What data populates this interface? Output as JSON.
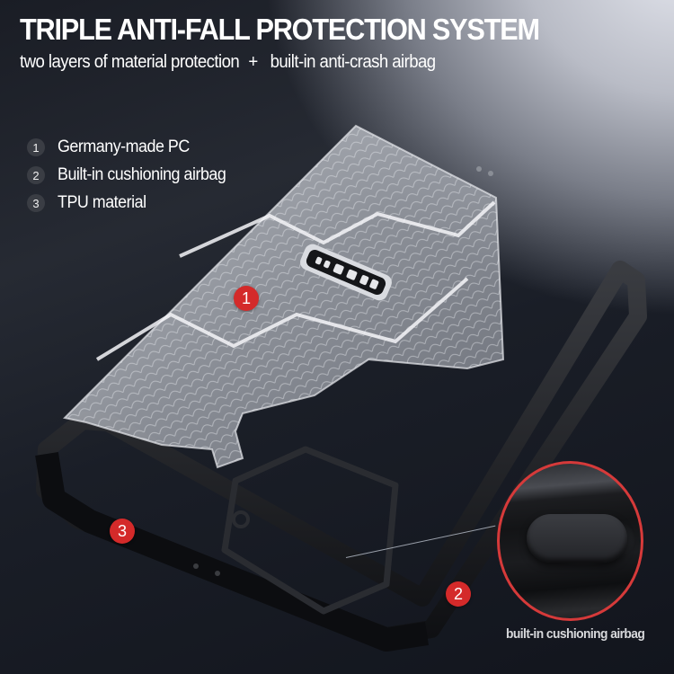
{
  "header": {
    "title": "TRIPLE ANTI-FALL PROTECTION SYSTEM",
    "subtitle_left": "two layers of material protection",
    "subtitle_plus": "+",
    "subtitle_right": "built-in anti-crash airbag"
  },
  "features": [
    {
      "number": "1",
      "label": "Germany-made PC"
    },
    {
      "number": "2",
      "label": "Built-in cushioning airbag"
    },
    {
      "number": "3",
      "label": "TPU material"
    }
  ],
  "markers": [
    {
      "number": "1",
      "target": "clear PC back plate"
    },
    {
      "number": "2",
      "target": "corner airbag"
    },
    {
      "number": "3",
      "target": "TPU bumper frame"
    }
  ],
  "callout": {
    "caption": "built-in cushioning airbag"
  },
  "colors": {
    "marker_red": "#d42a2a",
    "callout_ring": "#d63a3a",
    "background_dark": "#12151d",
    "background_light": "#e2e4ec",
    "text_white": "#ffffff"
  }
}
